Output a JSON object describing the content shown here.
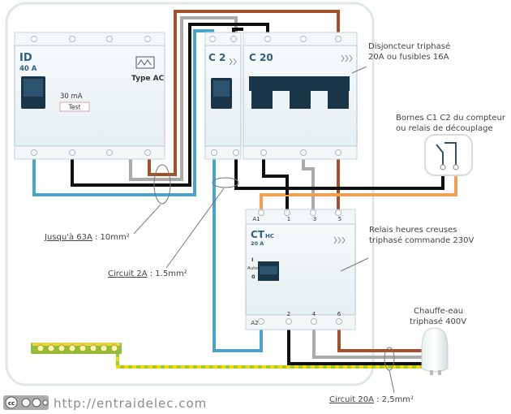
{
  "devices": {
    "id": {
      "name": "ID",
      "rating": "40 A",
      "type": "Type AC",
      "sensitivity": "30 mA",
      "test": "Test"
    },
    "c2": {
      "name": "C 2"
    },
    "c20": {
      "name": "C 20"
    },
    "cthc": {
      "name": "CT",
      "sub": "HC",
      "rating": "20 A",
      "auto": "Auto",
      "mark_on": "I",
      "mark_off": "0"
    }
  },
  "terminals": {
    "a1": "A1",
    "a2": "A2",
    "t1": "1",
    "t3": "3",
    "t5": "5",
    "t2": "2",
    "t4": "4",
    "t6": "6"
  },
  "annotations": {
    "disjoncteur": [
      "Disjoncteur triphasé",
      "20A ou fusibles 16A"
    ],
    "bornes": [
      "Bornes C1 C2 du compteur",
      "ou relais de découplage"
    ],
    "relais": [
      "Relais heures creuses",
      "triphasé commande 230V"
    ],
    "chauffe_eau": [
      "Chauffe-eau",
      "triphasé 400V"
    ],
    "jusqua_u": "Jusqu'à 63A",
    "jusqua_v": " :  10mm²",
    "circuit2_u": "Circuit 2A",
    "circuit2_v": " :  1.5mm²",
    "circuit20_u": "Circuit 20A",
    "circuit20_v": " :  2,5mm²"
  },
  "footer": {
    "url": "http://entraidelec.com",
    "license": "cc"
  },
  "colors": {
    "brown": "#a0522d",
    "black": "#111111",
    "grey": "#a9a9a9",
    "blue": "#4aa3c8",
    "orange": "#f0a050",
    "earth_green": "#9acd32",
    "earth_yellow": "#ffd700",
    "device_body": "#eef5f7",
    "device_edge": "#c6d6dc"
  }
}
